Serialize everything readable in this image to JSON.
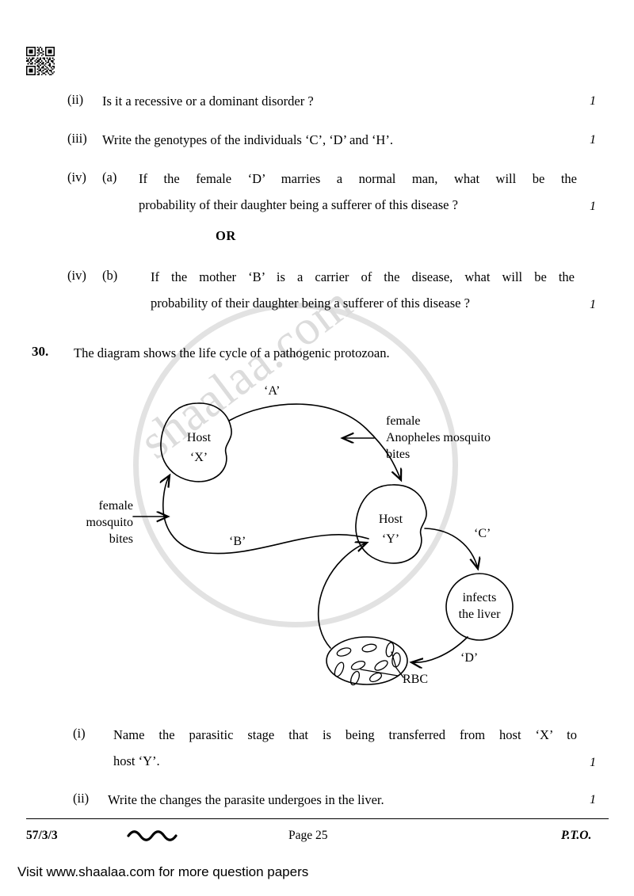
{
  "document": {
    "paper_code": "57/3/3",
    "page_label": "Page 25",
    "pto": "P.T.O.",
    "visit_note": "Visit www.shaalaa.com for more question papers",
    "watermark_text": "shaalaa.com",
    "qr_icon": "qr-code-icon",
    "wave_icon": "wavy-divider-icon"
  },
  "questions": [
    {
      "num": "(ii)",
      "sub": "",
      "text": "Is it a recessive or a dominant disorder ?",
      "marks": "1"
    },
    {
      "num": "(iii)",
      "sub": "",
      "text": "Write the genotypes of the individuals ‘C’, ‘D’ and ‘H’.",
      "marks": "1"
    },
    {
      "num": "(iv)",
      "sub": "(a)",
      "line1": "If the female ‘D’ marries a normal man, what will be the",
      "line2": "probability of their daughter being a sufferer of this disease ?",
      "marks": "1"
    },
    {
      "num": "(iv)",
      "sub": "(b)",
      "line1": "If the mother ‘B’ is a carrier of the disease, what will be the",
      "line2": "probability of their daughter being a sufferer of this disease ?",
      "marks": "1"
    }
  ],
  "or_divider": "OR",
  "question30": {
    "num": "30.",
    "stem": "The diagram shows the life cycle of a pathogenic protozoan.",
    "sub_questions": [
      {
        "num": "(i)",
        "line1": "Name the parasitic stage that is being transferred from host ‘X’ to",
        "line2": "host ‘Y’.",
        "marks": "1"
      },
      {
        "num": "(ii)",
        "line1": "Write the changes the parasite undergoes in the liver.",
        "line2": "",
        "marks": "1"
      }
    ]
  },
  "diagram": {
    "type": "life-cycle-flow",
    "nodes": [
      {
        "id": "host_x",
        "label_line1": "Host",
        "label_line2": "‘X’",
        "shape": "blob"
      },
      {
        "id": "host_y",
        "label_line1": "Host",
        "label_line2": "‘Y’",
        "shape": "blob"
      },
      {
        "id": "liver",
        "label_line1": "infects",
        "label_line2": "the liver",
        "shape": "circle"
      },
      {
        "id": "rbc",
        "label_line1": "RBC",
        "label_line2": "",
        "shape": "ellipse-with-cells"
      }
    ],
    "edge_labels": [
      {
        "id": "A",
        "text": "‘A’"
      },
      {
        "id": "B",
        "text": "‘B’"
      },
      {
        "id": "C",
        "text": "‘C’"
      },
      {
        "id": "D",
        "text": "‘D’"
      }
    ],
    "annotations": [
      {
        "id": "left_note",
        "line1": "female",
        "line2": "mosquito",
        "line3": "bites"
      },
      {
        "id": "right_note",
        "line1": "female",
        "line2": "Anopheles mosquito",
        "line3": "bites"
      }
    ]
  },
  "colors": {
    "ink": "#000000",
    "watermark": "#dcdcdc",
    "watermark_circle": "#e2e2e2",
    "page": "#ffffff"
  }
}
